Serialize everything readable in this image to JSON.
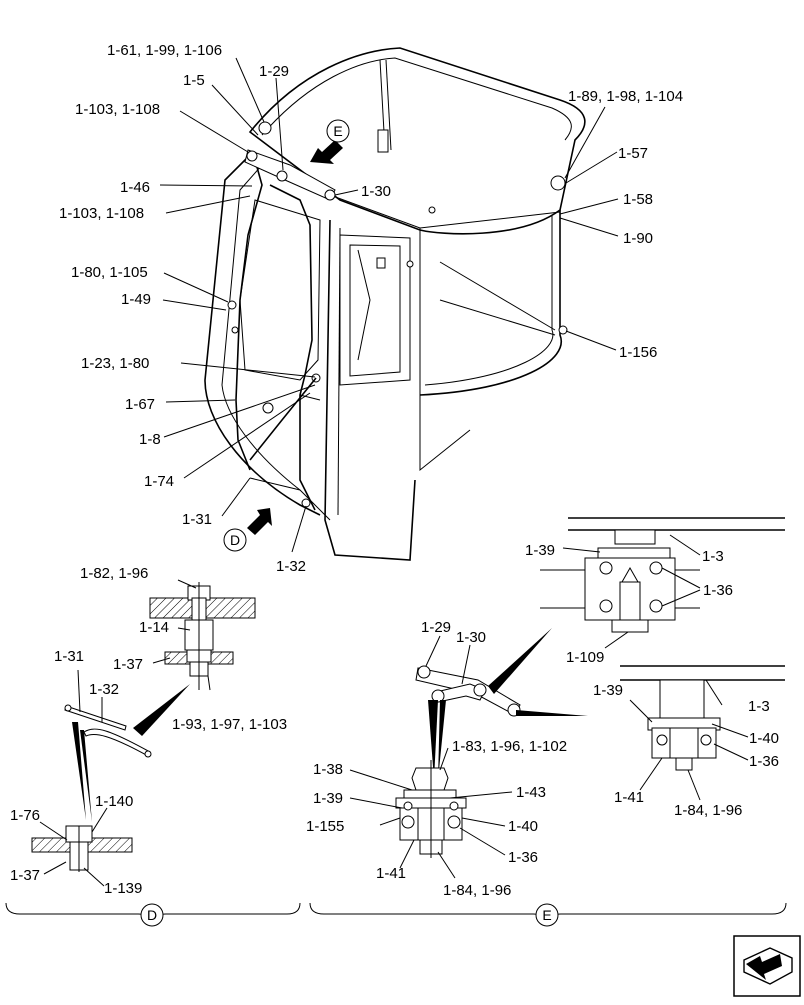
{
  "callouts": {
    "c1": "1-61, 1-99, 1-106",
    "c2": "1-5",
    "c3": "1-29",
    "c4": "1-103, 1-108",
    "c5": "1-46",
    "c6": "1-30",
    "c7": "1-103, 1-108",
    "c8": "1-89, 1-98, 1-104",
    "c9": "1-57",
    "c10": "1-58",
    "c11": "1-90",
    "c12": "1-80, 1-105",
    "c13": "1-49",
    "c14": "1-156",
    "c15": "1-23, 1-80",
    "c16": "1-67",
    "c17": "1-8",
    "c18": "1-74",
    "c19": "1-31",
    "c20": "1-32",
    "c21": "1-39",
    "c22": "1-3",
    "c23": "1-36",
    "c24": "1-82, 1-96",
    "c25": "1-14",
    "c26": "1-109",
    "c27": "1-29",
    "c28": "1-30",
    "c29": "1-37",
    "c30": "1-31",
    "c31": "1-32",
    "c32": "1-93, 1-97, 1-103",
    "c33": "1-3",
    "c34": "1-39",
    "c35": "1-40",
    "c36": "1-36",
    "c37": "1-83, 1-96, 1-102",
    "c38": "1-38",
    "c39": "1-43",
    "c40": "1-39",
    "c41": "1-155",
    "c42": "1-40",
    "c43": "1-36",
    "c44": "1-41",
    "c45": "1-84, 1-96",
    "c46": "1-76",
    "c47": "1-140",
    "c48": "1-37",
    "c49": "1-139",
    "c50": "1-41",
    "c51": "1-84, 1-96"
  },
  "view_markers": {
    "e_top": "E",
    "d_main": "D",
    "d_section": "D",
    "e_section": "E"
  },
  "icons": {
    "nav": "book-arrow-icon"
  }
}
